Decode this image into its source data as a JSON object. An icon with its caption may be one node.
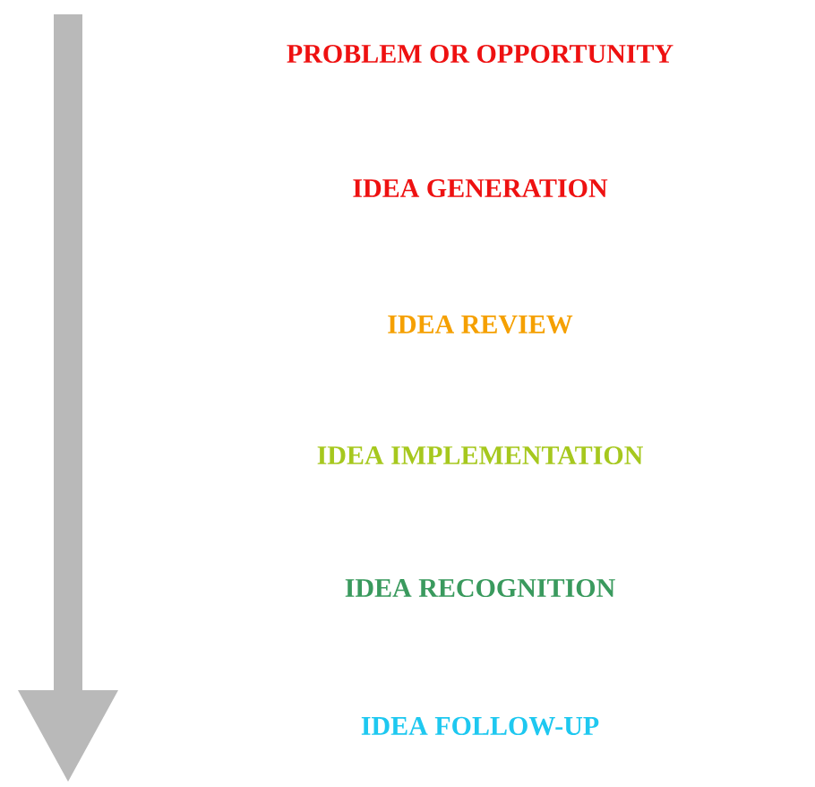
{
  "diagram": {
    "labels": [
      "PROBLEM OR OPPORTUNITY",
      "IDEA GENERATION",
      "IDEA REVIEW",
      "IDEA IMPLEMENTATION",
      "IDEA RECOGNITION",
      "IDEA FOLLOW-UP"
    ]
  }
}
